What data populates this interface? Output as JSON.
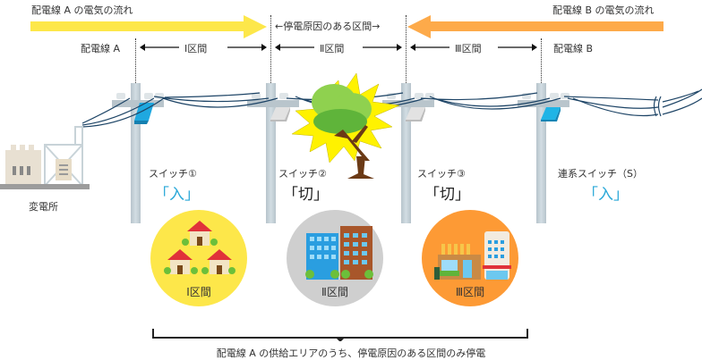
{
  "flows": {
    "a_label": "配電線 A の電気の流れ",
    "b_label": "配電線 B の電気の流れ",
    "a_color": "#fde74a",
    "b_color": "#fdaa4a"
  },
  "fault_span_label": "停電原因のある区間",
  "lines": {
    "a": "配電線 A",
    "b": "配電線 B"
  },
  "sections": [
    {
      "label": "Ⅰ区間",
      "color": "#fde74a",
      "content": "houses"
    },
    {
      "label": "Ⅱ区間",
      "color": "#cfcfcf",
      "content": "office-buildings"
    },
    {
      "label": "Ⅲ区間",
      "color": "#fd9a35",
      "content": "shops-and-bank"
    }
  ],
  "switches": [
    {
      "name": "スイッチ①",
      "state": "「入」",
      "state_color": "#2aa8d8"
    },
    {
      "name": "スイッチ②",
      "state": "「切」",
      "state_color": "#222222"
    },
    {
      "name": "スイッチ③",
      "state": "「切」",
      "state_color": "#222222"
    },
    {
      "name": "連系スイッチ（S）",
      "state": "「入」",
      "state_color": "#2aa8d8"
    }
  ],
  "substation_label": "変電所",
  "fault_cause": "fallen-tree",
  "summary": "配電線 A の供給エリアのうち、停電原因のある区間のみ停電"
}
